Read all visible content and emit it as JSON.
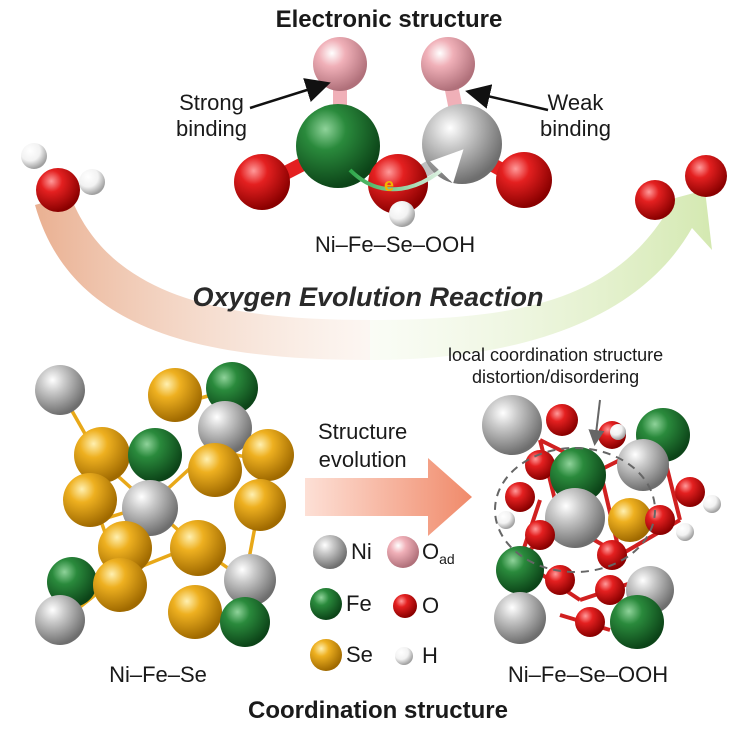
{
  "figure": {
    "top_title": "Electronic structure",
    "bottom_title": "Coordination structure",
    "reaction_label": "Oxygen Evolution Reaction",
    "strong_binding": [
      "Strong",
      "binding"
    ],
    "weak_binding": [
      "Weak",
      "binding"
    ],
    "electron_label": "e",
    "top_formula": "Ni–Fe–Se–OOH",
    "left_formula": "Ni–Fe–Se",
    "right_formula": "Ni–Fe–Se–OOH",
    "evolution_label": [
      "Structure",
      "evolution"
    ],
    "distortion_label": [
      "local coordination structure",
      "distortion/disordering"
    ]
  },
  "legend": {
    "items": [
      {
        "name": "ni",
        "label": "Ni",
        "color": "#a8a8a8"
      },
      {
        "name": "oad",
        "label": "O",
        "sub": "ad",
        "color": "#e8a0a8"
      },
      {
        "name": "fe",
        "label": "Fe",
        "color": "#1e7a32"
      },
      {
        "name": "o",
        "label": "O",
        "color": "#e01818"
      },
      {
        "name": "se",
        "label": "Se",
        "color": "#e8a818"
      },
      {
        "name": "h",
        "label": "H",
        "color": "#f0f0f0"
      }
    ]
  },
  "colors": {
    "ni": "#a8a8a8",
    "fe": "#1e7a32",
    "se": "#e8a818",
    "o": "#e01818",
    "oad": "#e8a0a8",
    "h": "#f0f0f0",
    "arc_left": "#e8b08c",
    "arc_right": "#d8ecb8",
    "evolution_arrow": "#f29a80"
  }
}
